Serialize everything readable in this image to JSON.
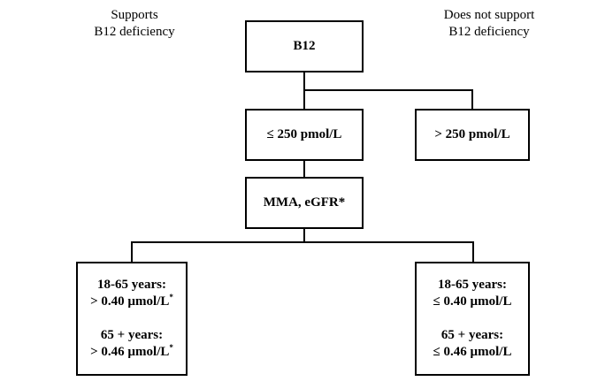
{
  "header": {
    "left": {
      "line1": "Supports",
      "line2": "B12 deficiency"
    },
    "right": {
      "line1": "Does not support",
      "line2": "B12 deficiency"
    }
  },
  "boxes": {
    "b12": "B12",
    "le250": "≤ 250 pmol/L",
    "gt250": "> 250 pmol/L",
    "mma": "MMA, eGFR*",
    "left": {
      "age1": "18-65 years:",
      "val1": "> 0.40 µmol/L",
      "val1_mark": "*",
      "age2": "65 + years:",
      "val2": "> 0.46 µmol/L",
      "val2_mark": "*"
    },
    "right": {
      "age1": "18-65 years:",
      "val1": "≤ 0.40 µmol/L",
      "age2": "65 + years:",
      "val2": "≤ 0.46 µmol/L"
    }
  },
  "colors": {
    "line": "#000000",
    "box_border": "#000000",
    "background": "#ffffff"
  }
}
